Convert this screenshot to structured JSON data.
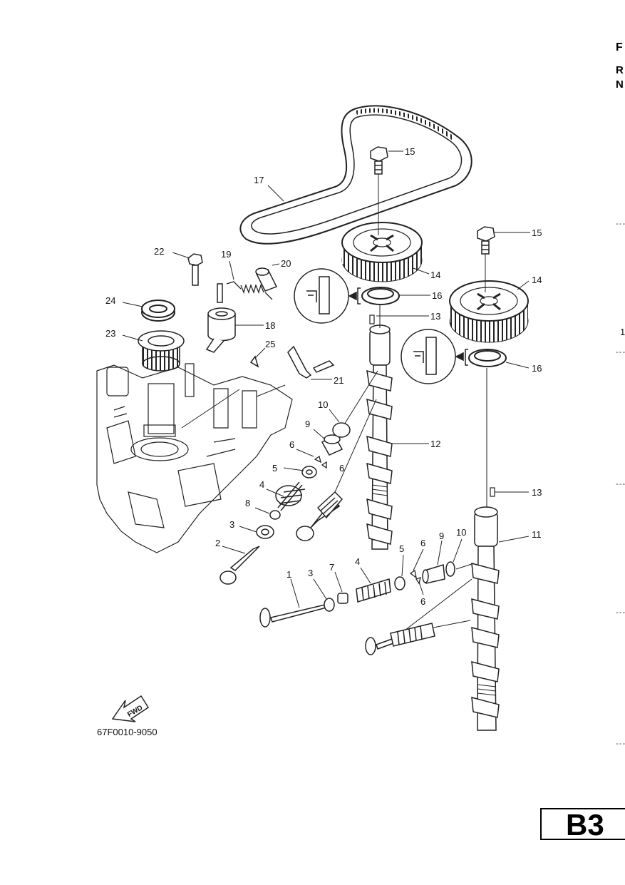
{
  "header": {
    "letters": [
      "F",
      "R",
      "N"
    ]
  },
  "side_number": "1",
  "diagram_code": "67F0010-9050",
  "page_code": "B3",
  "fwd_label": "FWD",
  "callouts": [
    {
      "id": "c17",
      "label": "17"
    },
    {
      "id": "c15a",
      "label": "15"
    },
    {
      "id": "c15b",
      "label": "15"
    },
    {
      "id": "c14a",
      "label": "14"
    },
    {
      "id": "c14b",
      "label": "14"
    },
    {
      "id": "c16a",
      "label": "16"
    },
    {
      "id": "c16b",
      "label": "16"
    },
    {
      "id": "c13a",
      "label": "13"
    },
    {
      "id": "c13b",
      "label": "13"
    },
    {
      "id": "c22",
      "label": "22"
    },
    {
      "id": "c19",
      "label": "19"
    },
    {
      "id": "c20",
      "label": "20"
    },
    {
      "id": "c24",
      "label": "24"
    },
    {
      "id": "c23",
      "label": "23"
    },
    {
      "id": "c18",
      "label": "18"
    },
    {
      "id": "c25",
      "label": "25"
    },
    {
      "id": "c21",
      "label": "21"
    },
    {
      "id": "c10a",
      "label": "10"
    },
    {
      "id": "c9a",
      "label": "9"
    },
    {
      "id": "c12",
      "label": "12"
    },
    {
      "id": "c6a",
      "label": "6"
    },
    {
      "id": "c6b",
      "label": "6"
    },
    {
      "id": "c5a",
      "label": "5"
    },
    {
      "id": "c4a",
      "label": "4"
    },
    {
      "id": "c8",
      "label": "8"
    },
    {
      "id": "c3a",
      "label": "3"
    },
    {
      "id": "c2",
      "label": "2"
    },
    {
      "id": "c11",
      "label": "11"
    },
    {
      "id": "c1",
      "label": "1"
    },
    {
      "id": "c3b",
      "label": "3"
    },
    {
      "id": "c7",
      "label": "7"
    },
    {
      "id": "c4b",
      "label": "4"
    },
    {
      "id": "c5b",
      "label": "5"
    },
    {
      "id": "c6c",
      "label": "6"
    },
    {
      "id": "c6d",
      "label": "6"
    },
    {
      "id": "c9b",
      "label": "9"
    },
    {
      "id": "c10b",
      "label": "10"
    }
  ]
}
